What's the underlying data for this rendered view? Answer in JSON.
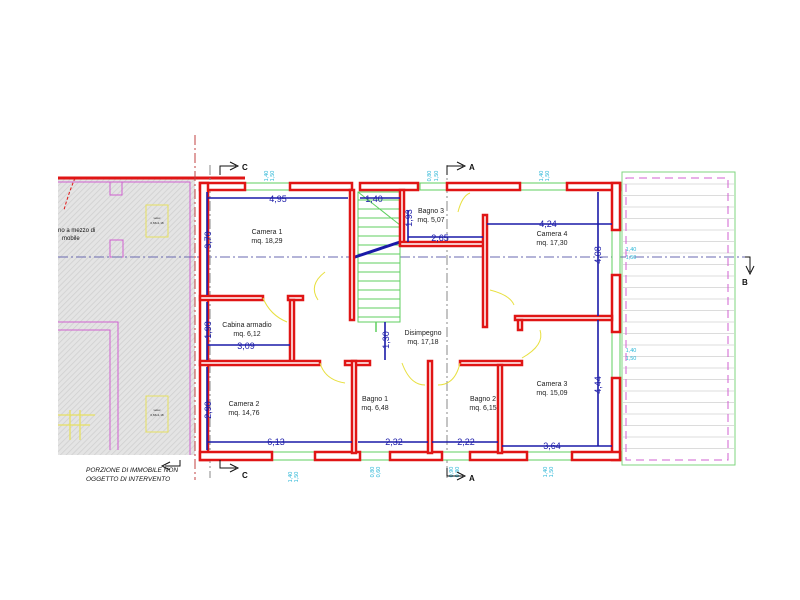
{
  "rooms": [
    {
      "name": "Camera 1",
      "area": "mq. 18,29"
    },
    {
      "name": "Cabina armadio",
      "area": "mq. 6,12"
    },
    {
      "name": "Camera 2",
      "area": "mq. 14,76"
    },
    {
      "name": "Bagno 1",
      "area": "mq. 6,48"
    },
    {
      "name": "Disimpegno",
      "area": "mq. 17,18"
    },
    {
      "name": "Bagno 2",
      "area": "mq. 6,15"
    },
    {
      "name": "Camera 3",
      "area": "mq. 15,09"
    },
    {
      "name": "Bagno 3",
      "area": "mq. 5,07"
    },
    {
      "name": "Camera 4",
      "area": "mq. 17,30"
    }
  ],
  "dimensions": [
    "4,95",
    "1,40",
    "3,70",
    "1,98",
    "3,09",
    "2,90",
    "6,13",
    "2,32",
    "2,22",
    "3,64",
    "1,93",
    "2,65",
    "4,24",
    "4,08",
    "4,44",
    "1,30"
  ],
  "windows": {
    "w140": "1,40",
    "w150": "1,50",
    "w080": "0,80",
    "w060": "0,60",
    "w090": "0,90"
  },
  "sections": {
    "a": "A",
    "b": "B",
    "c": "C"
  },
  "neighbor": {
    "line1": "no a mezzo di",
    "line2": "mobile",
    "velux1": "velux",
    "velux2": "0,66x1,18"
  },
  "note": {
    "line1": "PORZIONE DI IMMOBILE NON",
    "line2": "OGGETTO DI INTERVENTO"
  },
  "colors": {
    "wall": "#e01515",
    "dimension": "#1a1aa8",
    "window": "#5fcf5f",
    "hatch": "#d8d8d8",
    "axis": "#6a6ab0"
  }
}
